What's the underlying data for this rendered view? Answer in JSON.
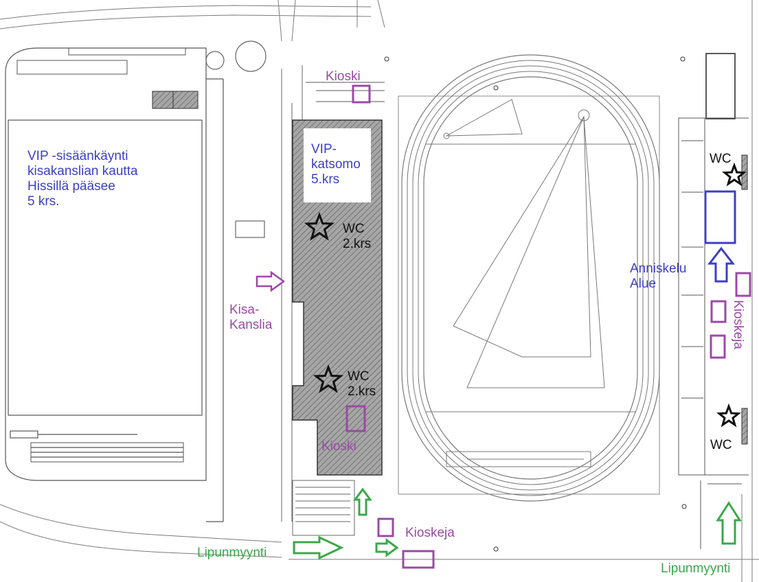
{
  "colors": {
    "vip": "#3b3fc4",
    "kiosk": "#9b49a6",
    "ticket": "#3aa84a",
    "wc": "#111111",
    "building": "#9a9a9a",
    "line": "#6f6f6f"
  },
  "labels": {
    "vip_entrance": [
      "VIP -sisäänkäynti",
      "kisakanslian kautta",
      "Hissillä pääsee",
      "5 krs."
    ],
    "vip_box": [
      "VIP-",
      "katsomo",
      "5.krs"
    ],
    "kiosk_top": "Kioski",
    "kiosk_main": "Kioski",
    "wc_left_1": [
      "WC",
      "2.krs"
    ],
    "wc_left_2": [
      "WC",
      "2.krs"
    ],
    "wc_right_top": "WC",
    "wc_right_bottom": "WC",
    "kisakanslia": [
      "Kisa-",
      "Kanslia"
    ],
    "anniskelu": [
      "Anniskelu",
      "Alue"
    ],
    "kioskeja_right": "Kioskeja",
    "kioskeja_bottom": "Kioskeja",
    "ticket_left": "Lipunmyynti",
    "ticket_right": "Lipunmyynti"
  },
  "icons": [
    "star-icon",
    "arrow-icon",
    "kiosk-marker"
  ]
}
